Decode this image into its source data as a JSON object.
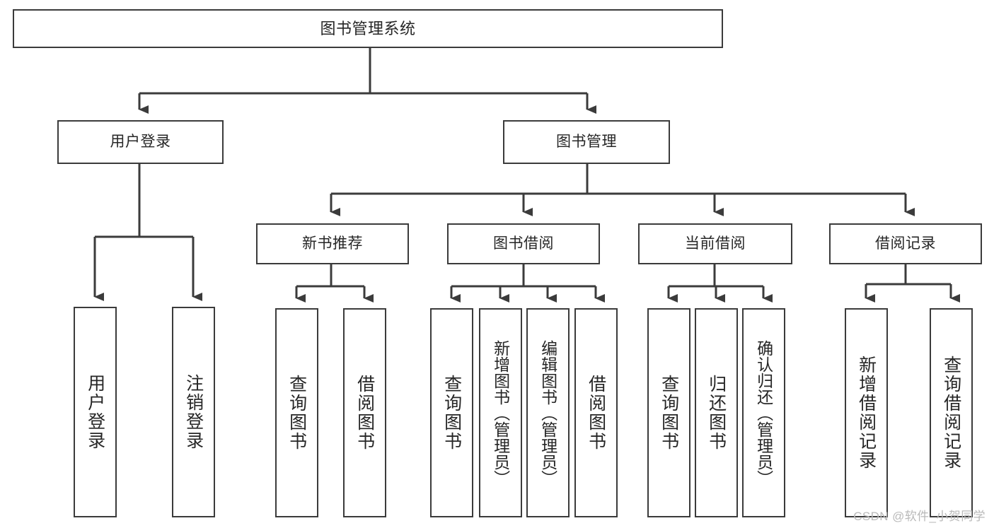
{
  "diagram": {
    "title": "图书管理系统",
    "type": "hierarchy-tree",
    "colors": {
      "stroke": "#3b3b3b",
      "fill": "#ffffff",
      "text": "#262626",
      "watermark": "#b9b9b9"
    },
    "nodes": {
      "root": {
        "label": "图书管理系统"
      },
      "level2": [
        {
          "id": "user-login",
          "label": "用户登录"
        },
        {
          "id": "book-manage",
          "label": "图书管理"
        }
      ],
      "level3": [
        {
          "id": "new-book-recommend",
          "label": "新书推荐"
        },
        {
          "id": "book-borrow",
          "label": "图书借阅"
        },
        {
          "id": "current-borrow",
          "label": "当前借阅"
        },
        {
          "id": "borrow-record",
          "label": "借阅记录"
        }
      ],
      "leaves": [
        {
          "id": "leaf-user-login",
          "label": "用户登录"
        },
        {
          "id": "leaf-logout-login",
          "label": "注销登录"
        },
        {
          "id": "leaf-query-book-1",
          "label": "查询图书"
        },
        {
          "id": "leaf-borrow-book-1",
          "label": "借阅图书"
        },
        {
          "id": "leaf-query-book-2",
          "label": "查询图书"
        },
        {
          "id": "leaf-add-book-admin",
          "label": "新增图书（管理员）"
        },
        {
          "id": "leaf-edit-book-admin",
          "label": "编辑图书（管理员）"
        },
        {
          "id": "leaf-borrow-book-2",
          "label": "借阅图书"
        },
        {
          "id": "leaf-query-book-3",
          "label": "查询图书"
        },
        {
          "id": "leaf-return-book",
          "label": "归还图书"
        },
        {
          "id": "leaf-confirm-return-admin",
          "label": "确认归还（管理员）"
        },
        {
          "id": "leaf-add-borrow-record",
          "label": "新增借阅记录"
        },
        {
          "id": "leaf-query-borrow-record",
          "label": "查询借阅记录"
        }
      ]
    },
    "edges": [
      {
        "from": "root",
        "to": "user-login"
      },
      {
        "from": "root",
        "to": "book-manage"
      },
      {
        "from": "user-login",
        "to": "leaf-user-login"
      },
      {
        "from": "user-login",
        "to": "leaf-logout-login"
      },
      {
        "from": "book-manage",
        "to": "new-book-recommend"
      },
      {
        "from": "book-manage",
        "to": "book-borrow"
      },
      {
        "from": "book-manage",
        "to": "current-borrow"
      },
      {
        "from": "book-manage",
        "to": "borrow-record"
      },
      {
        "from": "new-book-recommend",
        "to": "leaf-query-book-1"
      },
      {
        "from": "new-book-recommend",
        "to": "leaf-borrow-book-1"
      },
      {
        "from": "book-borrow",
        "to": "leaf-query-book-2"
      },
      {
        "from": "book-borrow",
        "to": "leaf-add-book-admin"
      },
      {
        "from": "book-borrow",
        "to": "leaf-edit-book-admin"
      },
      {
        "from": "book-borrow",
        "to": "leaf-borrow-book-2"
      },
      {
        "from": "current-borrow",
        "to": "leaf-query-book-3"
      },
      {
        "from": "current-borrow",
        "to": "leaf-return-book"
      },
      {
        "from": "current-borrow",
        "to": "leaf-confirm-return-admin"
      },
      {
        "from": "borrow-record",
        "to": "leaf-add-borrow-record"
      },
      {
        "from": "borrow-record",
        "to": "leaf-query-borrow-record"
      }
    ],
    "watermark": "CSDN @软件_小贺同学"
  }
}
